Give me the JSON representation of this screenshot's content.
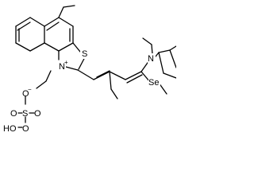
{
  "structure": {
    "atoms": {
      "s_thiazole": "S",
      "n_thiazolium": "N",
      "n_thiazolium_charge": "+",
      "n_selenazole": "N",
      "se_selenazole": "Se",
      "sulfate_o_top": "O",
      "sulfate_o_top_charge": "−",
      "sulfate_o_left": "O",
      "sulfate_o_right": "O",
      "sulfate_o_bottom": "O",
      "sulfate_s": "S",
      "sulfate_ho": "HO"
    }
  }
}
